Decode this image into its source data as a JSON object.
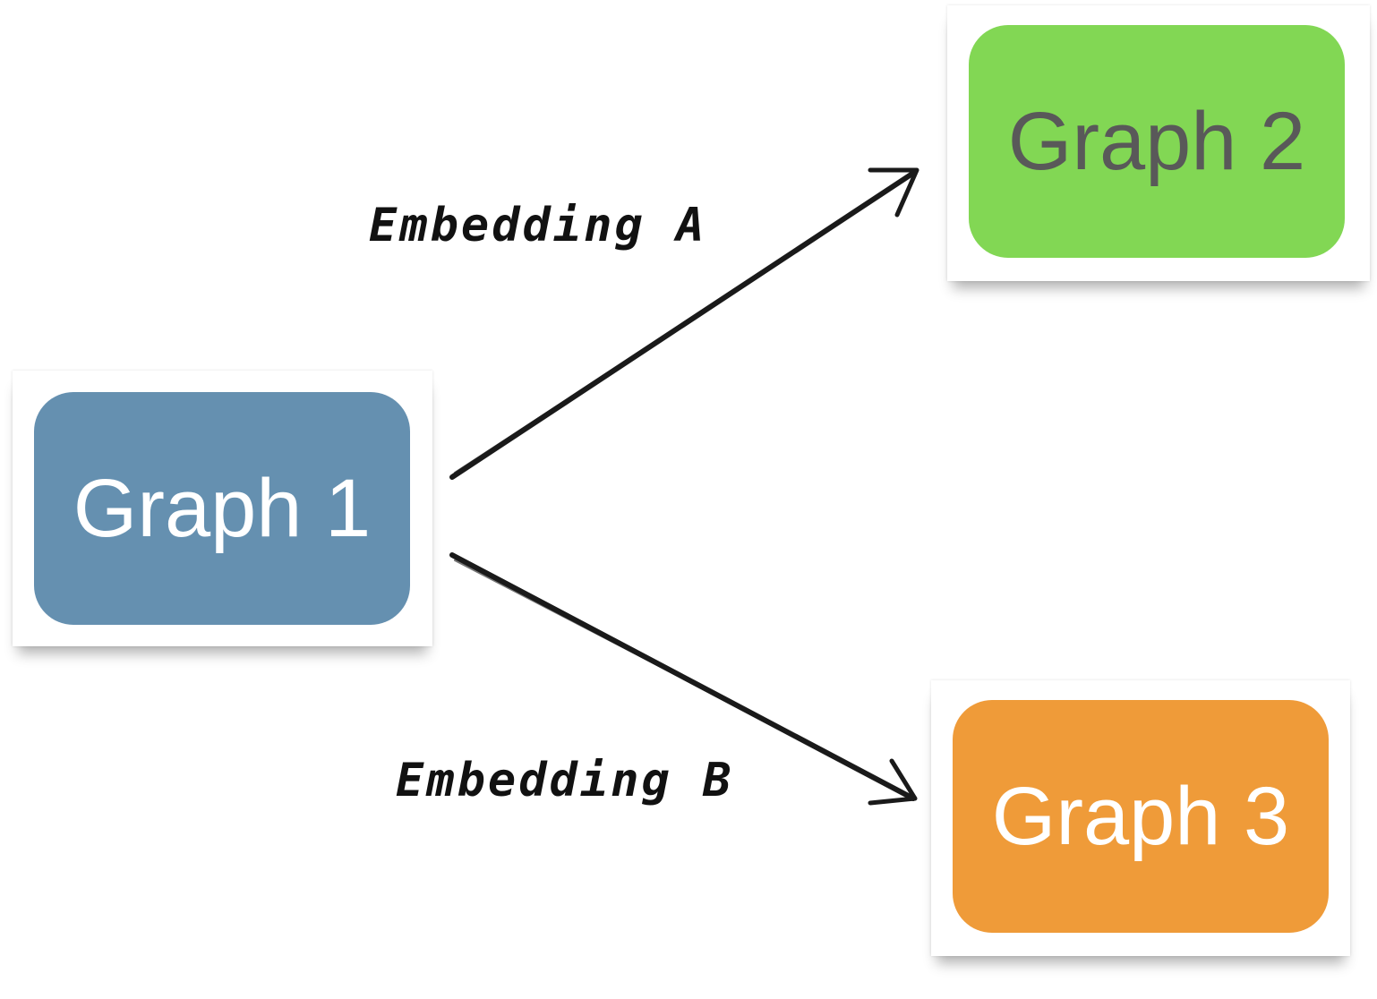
{
  "nodes": [
    {
      "id": "graph-1",
      "label": "Graph 1",
      "color": "#6590B0",
      "text_color": "#ffffff"
    },
    {
      "id": "graph-2",
      "label": "Graph 2",
      "color": "#82D754",
      "text_color": "#595959"
    },
    {
      "id": "graph-3",
      "label": "Graph 3",
      "color": "#EF9B39",
      "text_color": "#ffffff"
    }
  ],
  "edges": [
    {
      "from": "Graph 1",
      "to": "Graph 2",
      "label": "Embedding A"
    },
    {
      "from": "Graph 1",
      "to": "Graph 3",
      "label": "Embedding B"
    }
  ]
}
